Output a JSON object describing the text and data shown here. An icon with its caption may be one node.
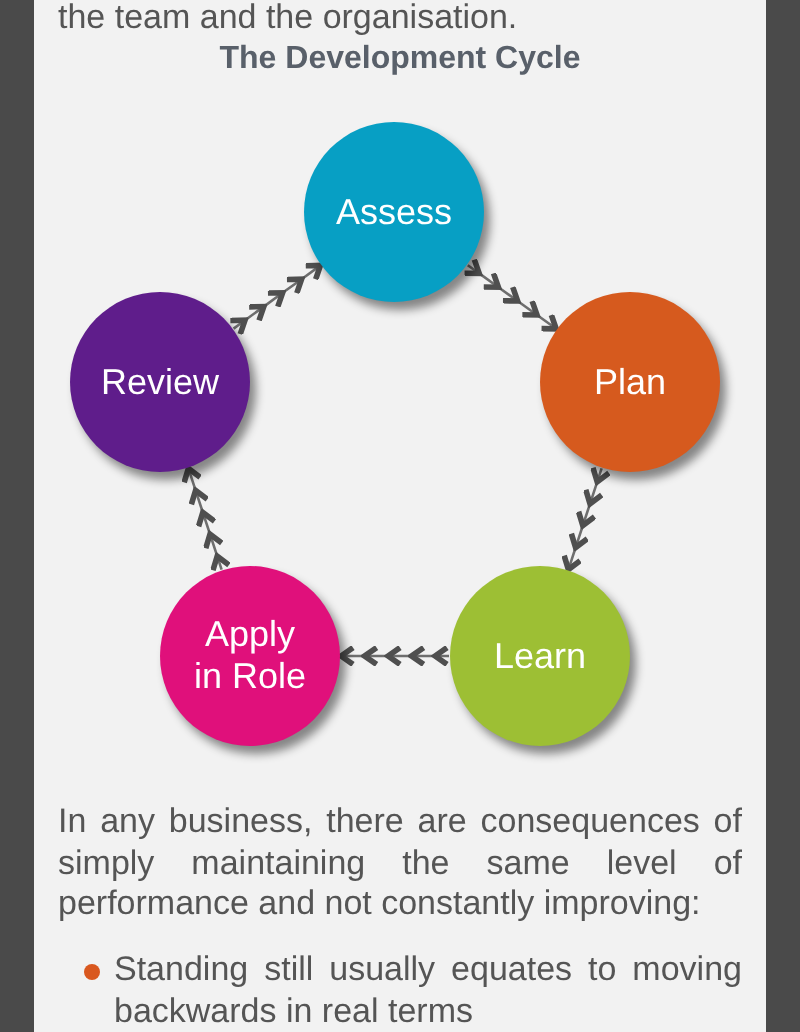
{
  "diagram": {
    "title": "The Development Cycle",
    "nodes": [
      {
        "text": [
          "Assess"
        ]
      },
      {
        "text": [
          "Plan"
        ]
      },
      {
        "text": [
          "Learn"
        ]
      },
      {
        "text": [
          "Apply in Role"
        ]
      },
      {
        "text": [
          "Review"
        ]
      }
    ],
    "edges": [
      {
        "from": 0,
        "to": 1,
        "arrow": "to"
      },
      {
        "from": 1,
        "to": 2,
        "arrow": "to"
      },
      {
        "from": 2,
        "to": 3,
        "arrow": "to"
      },
      {
        "from": 3,
        "to": 4,
        "arrow": "to"
      },
      {
        "from": 4,
        "to": 0,
        "arrow": "to"
      }
    ],
    "labels": [
      "the team and the organisation.",
      "In any business, there are consequences of simply maintaining the same level of performance and not constantly improving:",
      "Standing still usually equates to moving backwards in real terms"
    ]
  }
}
